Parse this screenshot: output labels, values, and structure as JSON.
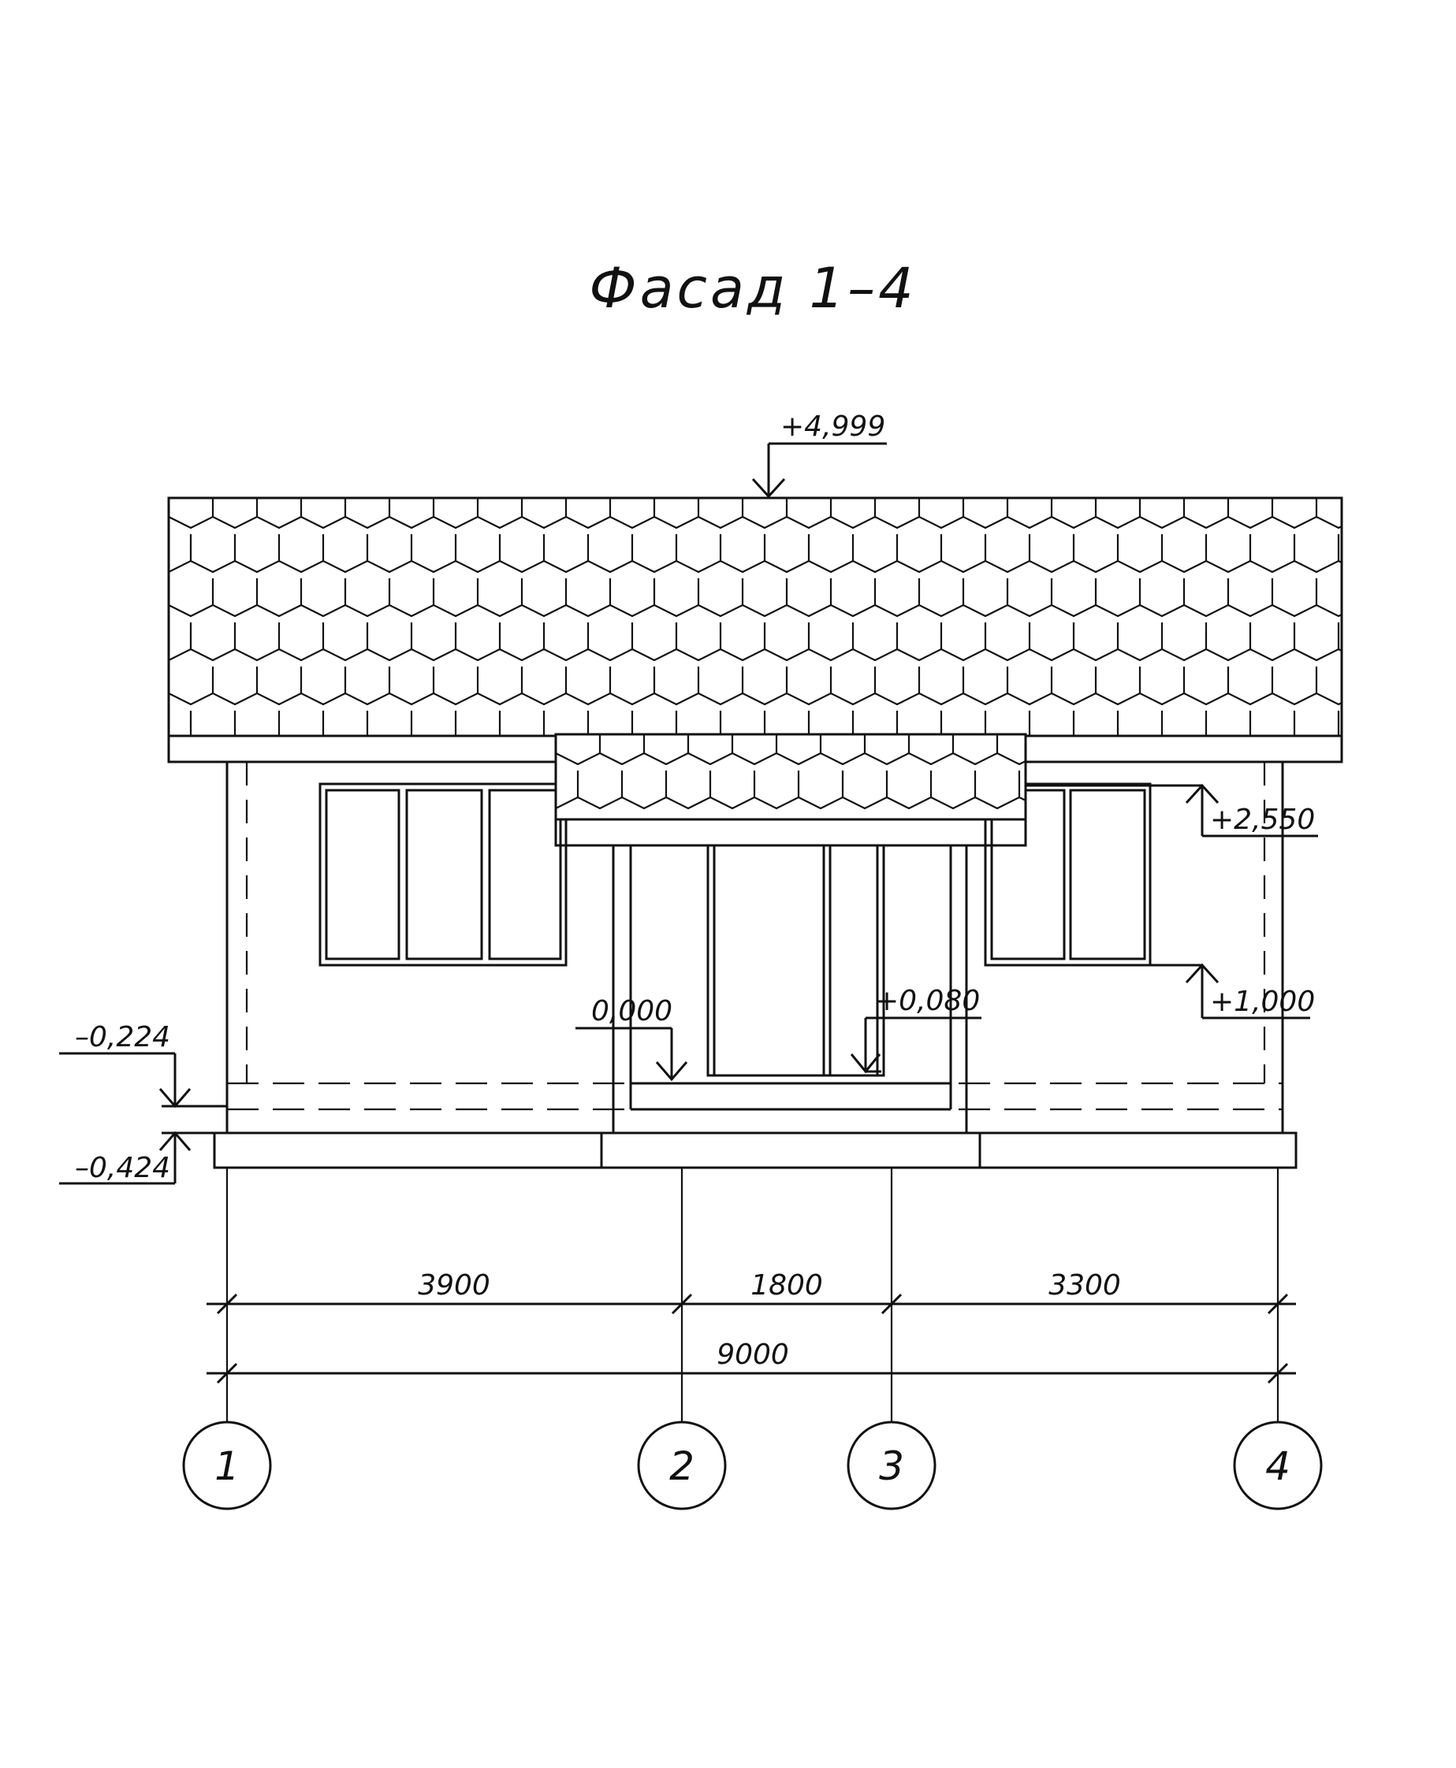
{
  "title": "Фасад 1–4",
  "levels": {
    "top": "+4,999",
    "eave": "+2,550",
    "sill": "+1,000",
    "floor": "+0,080",
    "zero": "0,000",
    "ground_upper": "–0,224",
    "ground_lower": "–0,424"
  },
  "dimensions": {
    "span_1_2": "3900",
    "span_2_3": "1800",
    "span_3_4": "3300",
    "total": "9000"
  },
  "axes": [
    "1",
    "2",
    "3",
    "4"
  ],
  "colors": {
    "ink": "#111111",
    "paper": "#ffffff"
  }
}
